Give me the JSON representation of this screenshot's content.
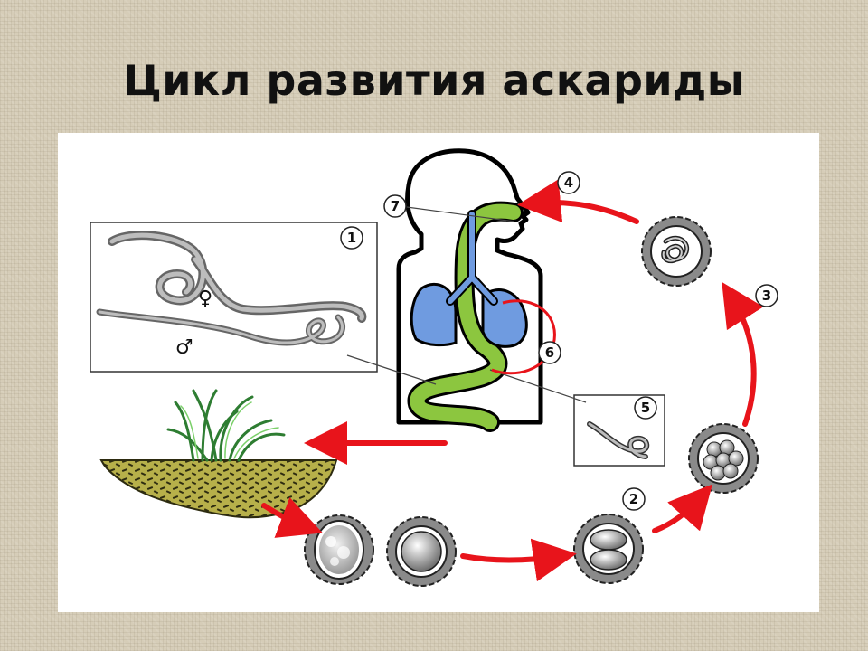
{
  "title": "Цикл развития аскариды",
  "stage_labels": [
    "1",
    "2",
    "3",
    "4",
    "5",
    "6",
    "7"
  ],
  "worm_symbols": {
    "female": "♀",
    "male": "♂"
  },
  "colors": {
    "arrow": "#e8141b",
    "airway": "#6f9be0",
    "digestive": "#8cc63f",
    "egg_shell": "#8a8a8a",
    "soil": "#9e9a3a"
  }
}
